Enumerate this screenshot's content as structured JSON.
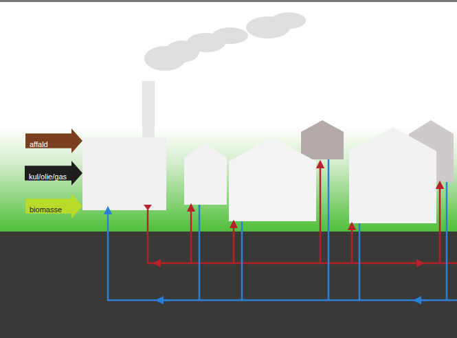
{
  "diagram": {
    "nodes": [
      {
        "text": [
          "affald"
        ]
      },
      {
        "text": [
          "kul/olie/gas"
        ]
      },
      {
        "text": [
          "biomasse"
        ]
      }
    ]
  }
}
